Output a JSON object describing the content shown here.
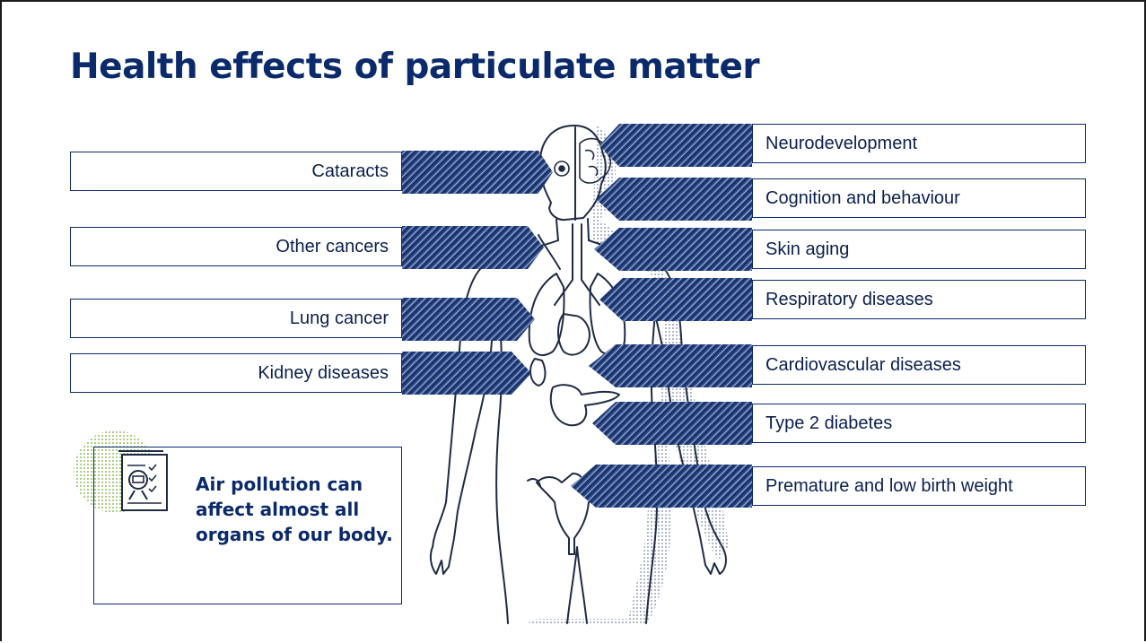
{
  "title": "Health effects of particulate matter",
  "labels_left": [
    "Cataracts",
    "Other cancers",
    "Lung cancer",
    "Kidney diseases"
  ],
  "labels_right": [
    "Neurodevelopment",
    "Cognition and behaviour",
    "Skin aging",
    "Respiratory diseases",
    "Cardiovascular diseases",
    "Type 2 diabetes",
    "Premature and low birth weight"
  ],
  "note": "Air pollution can affect almost all organs of our body.",
  "icons": {
    "figure": "human-body-figure",
    "document": "document-checklist-icon"
  },
  "colors": {
    "navy": "#0b2a6b",
    "hatch": "#1d3a7a",
    "green_dots": "#8fbf5a",
    "text": "#0b1f4e"
  }
}
